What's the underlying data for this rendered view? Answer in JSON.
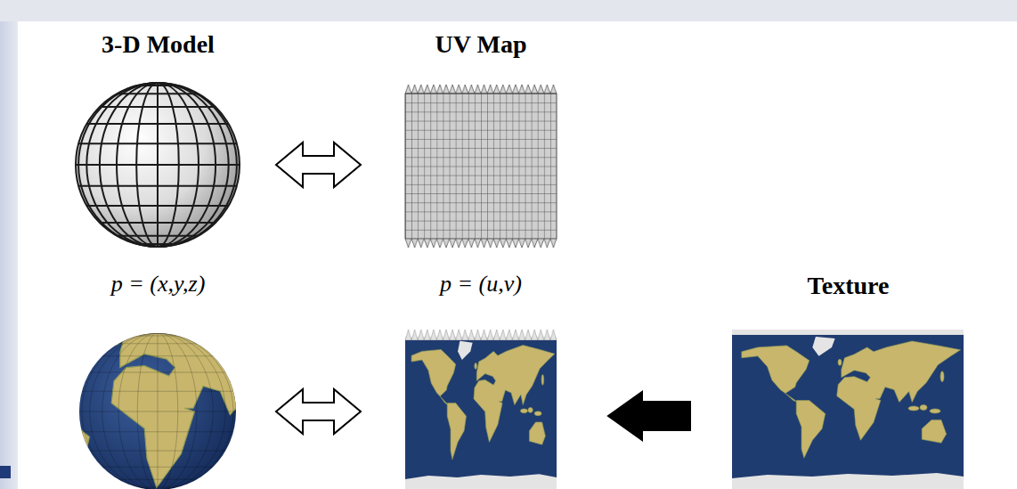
{
  "diagram": {
    "nodes": [
      {
        "text": [
          "3-D Model"
        ]
      },
      {
        "text": [
          "UV Map"
        ]
      },
      {
        "text": [
          "p = (x,y,z)"
        ]
      },
      {
        "text": [
          "p = (u,v)"
        ]
      },
      {
        "text": [
          "Texture"
        ]
      }
    ],
    "edges": [
      {
        "from": 0,
        "to": 1,
        "arrow": "both"
      },
      {
        "from": 2,
        "to": 3,
        "arrow": "both"
      },
      {
        "from": 4,
        "to": 3,
        "arrow": "to"
      }
    ]
  }
}
